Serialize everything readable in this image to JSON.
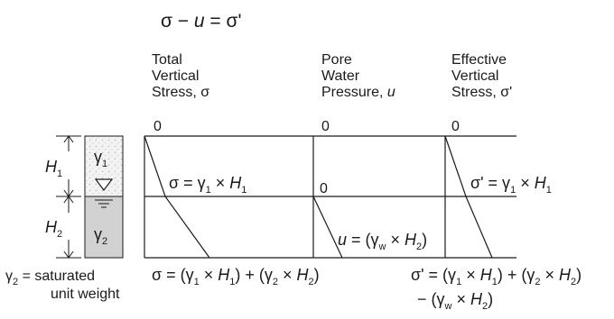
{
  "equation": {
    "sigma": "σ",
    "minus": " − ",
    "u": "u",
    "equals": " = ",
    "sigma_eff": "σ'"
  },
  "headers": {
    "total": {
      "line1": "Total",
      "line2": "Vertical",
      "line3_text": "Stress, ",
      "line3_sym": "σ"
    },
    "pore": {
      "line1": "Pore",
      "line2": "Water",
      "line3_text": "Pressure, ",
      "line3_sym": "u"
    },
    "effective": {
      "line1": "Effective",
      "line2": "Vertical",
      "line3_text": "Stress, ",
      "line3_sym": "σ'"
    }
  },
  "zeros": {
    "total": "0",
    "pore": "0",
    "effective": "0",
    "pore_mid": "0"
  },
  "soil": {
    "h1": "H",
    "h1_sub": "1",
    "h2": "H",
    "h2_sub": "2",
    "gamma1": "γ",
    "gamma1_sub": "1",
    "gamma2": "γ",
    "gamma2_sub": "2",
    "note_gamma": "γ",
    "note_sub": "2",
    "note_text1": " = saturated",
    "note_text2": "unit weight"
  },
  "labels": {
    "sigma_mid": {
      "a": "σ = γ",
      "a_sub": "1",
      "b": " × ",
      "c": "H",
      "c_sub": "1"
    },
    "sigma_eff_mid": {
      "a": "σ' = γ",
      "a_sub": "1",
      "b": " × ",
      "c": "H",
      "c_sub": "1"
    },
    "u_bottom": {
      "a": "u",
      "b": " = (γ",
      "b_sub": "w",
      "c": " × ",
      "d": "H",
      "d_sub": "2",
      "e": ")"
    },
    "sigma_bottom": {
      "p1": "σ = (γ",
      "p1_sub": "1",
      "p2": " × ",
      "p3": "H",
      "p3_sub": "1",
      "p4": ") + (γ",
      "p4_sub": "2",
      "p5": " × ",
      "p6": "H",
      "p6_sub": "2",
      "p7": ")"
    },
    "sigma_eff_bottom": {
      "p1": "σ' = (γ",
      "p1_sub": "1",
      "p2": " × ",
      "p3": "H",
      "p3_sub": "1",
      "p4": ") + (γ",
      "p4_sub": "2",
      "p5": " × ",
      "p6": "H",
      "p6_sub": "2",
      "p7": ")",
      "l2a": "− (γ",
      "l2a_sub": "w",
      "l2b": " × ",
      "l2c": "H",
      "l2c_sub": "2",
      "l2d": ")"
    }
  }
}
